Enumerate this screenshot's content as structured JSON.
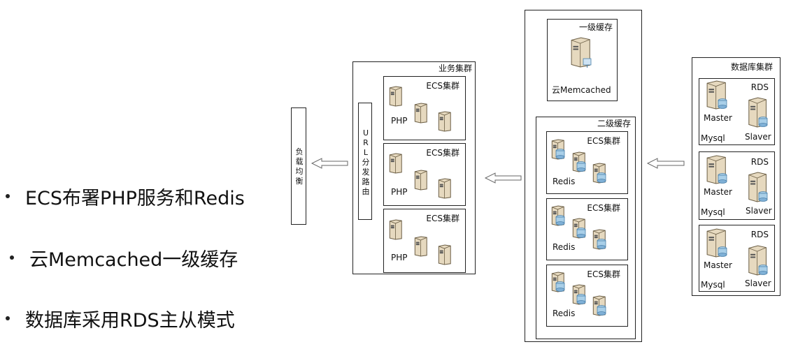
{
  "bullets": [
    "ECS布署PHP服务和Redis",
    "云Memcached一级缓存",
    "数据库采用RDS主从模式"
  ],
  "load_balancer": {
    "label_chars": [
      "负",
      "载",
      "均",
      "衡"
    ]
  },
  "url_router": {
    "label_chars": [
      "U",
      "R",
      "L",
      "分",
      "发",
      "路",
      "由"
    ]
  },
  "business_cluster": {
    "title": "业务集群",
    "groups": [
      {
        "title": "ECS集群",
        "label": "PHP"
      },
      {
        "title": "ECS集群",
        "label": "PHP"
      },
      {
        "title": "ECS集群",
        "label": "PHP"
      }
    ]
  },
  "cache": {
    "l1": {
      "title": "一级缓存",
      "label": "云Memcached"
    },
    "l2": {
      "title": "二级缓存",
      "groups": [
        {
          "title": "ECS集群",
          "label": "Redis"
        },
        {
          "title": "ECS集群",
          "label": "Redis"
        },
        {
          "title": "ECS集群",
          "label": "Redis"
        }
      ]
    }
  },
  "database_cluster": {
    "title": "数据库集群",
    "groups": [
      {
        "title": "RDS",
        "master": "Master",
        "slave": "Slaver",
        "db": "Mysql"
      },
      {
        "title": "RDS",
        "master": "Master",
        "slave": "Slaver",
        "db": "Mysql"
      },
      {
        "title": "RDS",
        "master": "Master",
        "slave": "Slaver",
        "db": "Mysql"
      }
    ]
  }
}
